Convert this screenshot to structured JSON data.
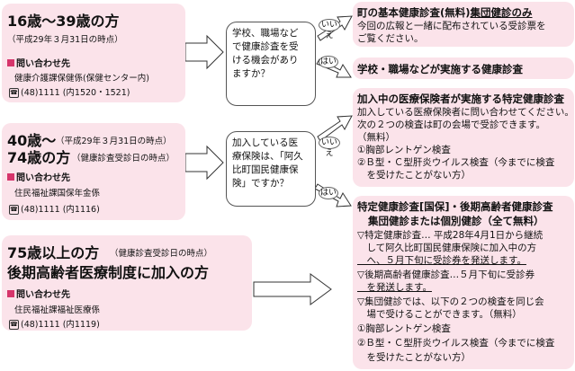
{
  "group1": {
    "title": "16歳～39歳の方",
    "date": "（平成29年３月31日の時点）",
    "contact_label": "問い合わせ先",
    "dept": "健康介護課保健係(保健センター内)",
    "phone": "(48)1111 (内1520・1521)"
  },
  "group2": {
    "title1": "40歳～",
    "date1": "（平成29年３月31日の時点）",
    "title2": "74歳の方",
    "date2": "（健康診査受診日の時点）",
    "contact_label": "問い合わせ先",
    "dept": "住民福祉課国保年金係",
    "phone": "(48)1111 (内1116)"
  },
  "group3": {
    "title1": "75歳以上の方",
    "date1": "（健康診査受診日の時点）",
    "title2": "後期高齢者医療制度に加入の方",
    "contact_label": "問い合わせ先",
    "dept": "住民福祉課福祉医療係",
    "phone": "(48)1111 (内1119)"
  },
  "question1": [
    "学校、職場など",
    "で健康診査を受",
    "ける機会があり",
    "ますか？"
  ],
  "question2": [
    "加入している医",
    "療保険は、「阿久",
    "比町国民健康保",
    "険」ですか？"
  ],
  "answers": {
    "no": "いいえ",
    "yes": "はい"
  },
  "r1": {
    "title": "町の基本健康診査(無料)",
    "title_under": "集団健診のみ",
    "lines": [
      "今回の広報と一緒に配布されている受診票を",
      "ご覧ください。"
    ]
  },
  "r2": {
    "title": "学校・職場などが実施する健康診査"
  },
  "r3": {
    "title": "加入中の医療保険者が実施する特定健康診査",
    "lines": [
      "加入している医療保険者に問い合わせてください。",
      "次の２つの検査は町の会場で受診できます。",
      "（無料）",
      "①胸部レントゲン検査",
      "②Ｂ型・Ｃ型肝炎ウイルス検査（今までに検査",
      "　を受けたことがない方）"
    ]
  },
  "r4": {
    "title": "特定健康診査[国保]・後期高齢者健康診査",
    "subtitle": "集団健診または個別健診（全て無料）",
    "lines": [
      "▽特定健康診査… 平成28年4月1日から継続",
      "　して阿久比町国民健康保険に加入中の方",
      "　へ、５月下旬に受診券を発送します。",
      "▽後期高齢者健康診査…５月下旬に受診券",
      "　を発送します。",
      "▽集団健診では、以下の２つの検査を同じ会",
      "　場で受けることができます。（無料）",
      "①胸部レントゲン検査",
      "②Ｂ型・Ｃ型肝炎ウイルス検査（今までに検査",
      "　を受けたことがない方）"
    ]
  }
}
